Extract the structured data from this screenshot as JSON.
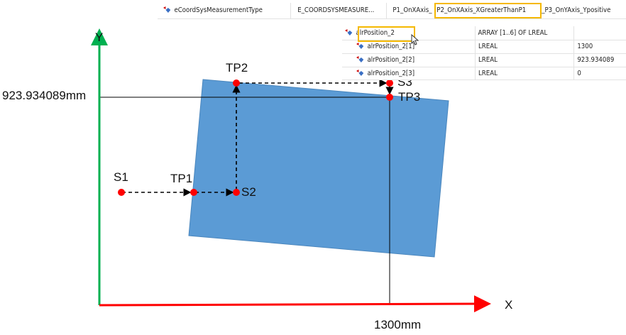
{
  "top_row": {
    "name": "eCoordSysMeasurementType",
    "type": "E_COORDSYSMEASURE...",
    "value_part1": "P1_OnXAxis_",
    "value_highlighted": "P2_OnXAxis_XGreaterThanP1",
    "value_part3": "_P3_OnYAxis_Ypositive",
    "icon": "variable-icon"
  },
  "watch_table": {
    "rows": [
      {
        "name": "alrPosition_2",
        "type": "ARRAY [1..6] OF LREAL",
        "value": "",
        "highlighted": true
      },
      {
        "name": "alrPosition_2[1]",
        "type": "LREAL",
        "value": "1300"
      },
      {
        "name": "alrPosition_2[2]",
        "type": "LREAL",
        "value": "923.934089"
      },
      {
        "name": "alrPosition_2[3]",
        "type": "LREAL",
        "value": "0"
      }
    ]
  },
  "diagram": {
    "y_axis_label": "Y",
    "x_axis_label": "X",
    "y_value_label": "923.934089mm",
    "x_value_label": "1300mm",
    "points": {
      "S1": "S1",
      "TP1": "TP1",
      "S2": "S2",
      "TP2": "TP2",
      "S3": "S3",
      "TP3": "TP3"
    },
    "colors": {
      "x_axis": "#ff0000",
      "y_axis": "#00b050",
      "workpiece": "#5b9bd5",
      "point": "#ff0000",
      "highlight": "#f5b800"
    }
  }
}
